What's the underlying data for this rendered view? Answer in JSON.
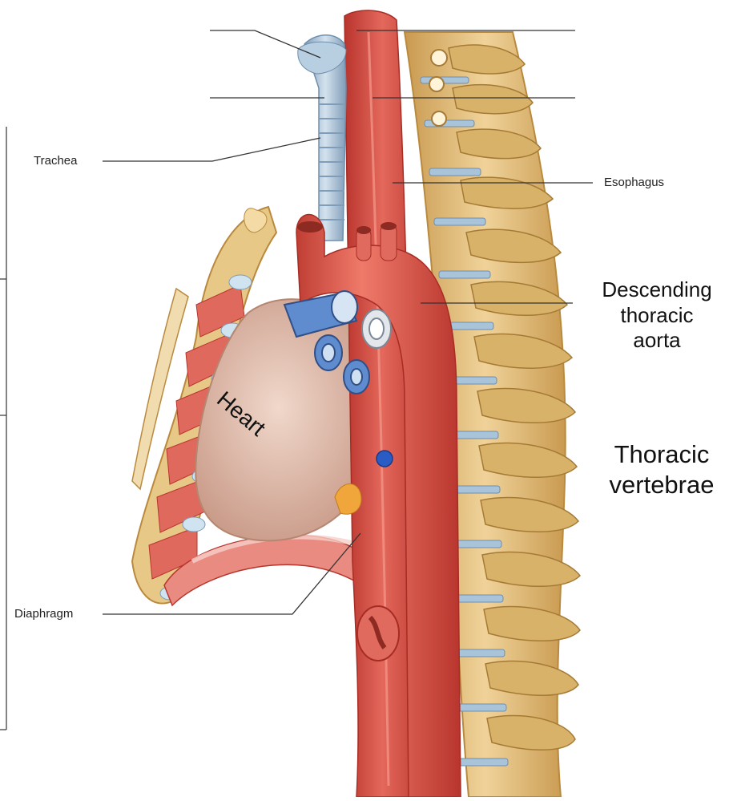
{
  "labels": {
    "trachea": "Trachea",
    "esophagus": "Esophagus",
    "diaphragm": "Diaphragm",
    "descending_aorta": [
      "Descending",
      "thoracic",
      "aorta"
    ],
    "thoracic_vertebrae": [
      "Thoracic",
      "vertebrae"
    ],
    "heart": "Heart"
  },
  "colors": {
    "muscle": "#d9544a",
    "muscle_dark": "#b8352d",
    "bone": "#e6c27e",
    "bone_dark": "#b98a3e",
    "cartilage": "#a9c3d8",
    "heart": "#e2bfae",
    "vein_blue": "#4d78b8",
    "marker_blue": "#2a5cc6"
  }
}
